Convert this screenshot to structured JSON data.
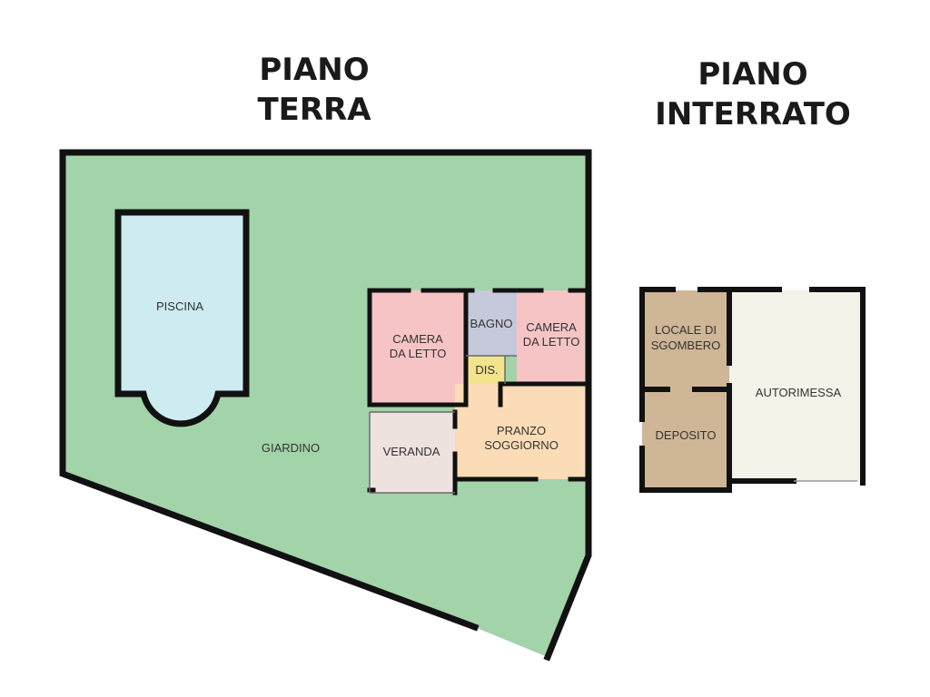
{
  "titles": {
    "ground_floor": [
      "PIANO",
      "TERRA"
    ],
    "basement": [
      "PIANO",
      "INTERRATO"
    ]
  },
  "ground_floor": {
    "rooms": {
      "garden": {
        "label": "GIARDINO",
        "color": "#a3d3a9"
      },
      "pool": {
        "label": "PISCINA",
        "color": "#cdebf0"
      },
      "bedroom_left": {
        "label": [
          "CAMERA",
          "DA LETTO"
        ],
        "color": "#f6c4c4"
      },
      "bathroom": {
        "label": "BAGNO",
        "color": "#c6c8dc"
      },
      "bedroom_right": {
        "label": [
          "CAMERA",
          "DA LETTO"
        ],
        "color": "#f6c4c4"
      },
      "hallway": {
        "label": "DIS.",
        "color": "#f3e38c"
      },
      "veranda": {
        "label": "VERANDA",
        "color": "#eee2df"
      },
      "living_dining": {
        "label": [
          "PRANZO",
          "SOGGIORNO"
        ],
        "color": "#fcdcb7"
      }
    }
  },
  "basement": {
    "rooms": {
      "storage_room": {
        "label": [
          "LOCALE DI",
          "SGOMBERO"
        ],
        "color": "#cfb696"
      },
      "deposit": {
        "label": "DEPOSITO",
        "color": "#cfb696"
      },
      "garage": {
        "label": "AUTORIMESSA",
        "color": "#f4f3ea"
      }
    }
  }
}
